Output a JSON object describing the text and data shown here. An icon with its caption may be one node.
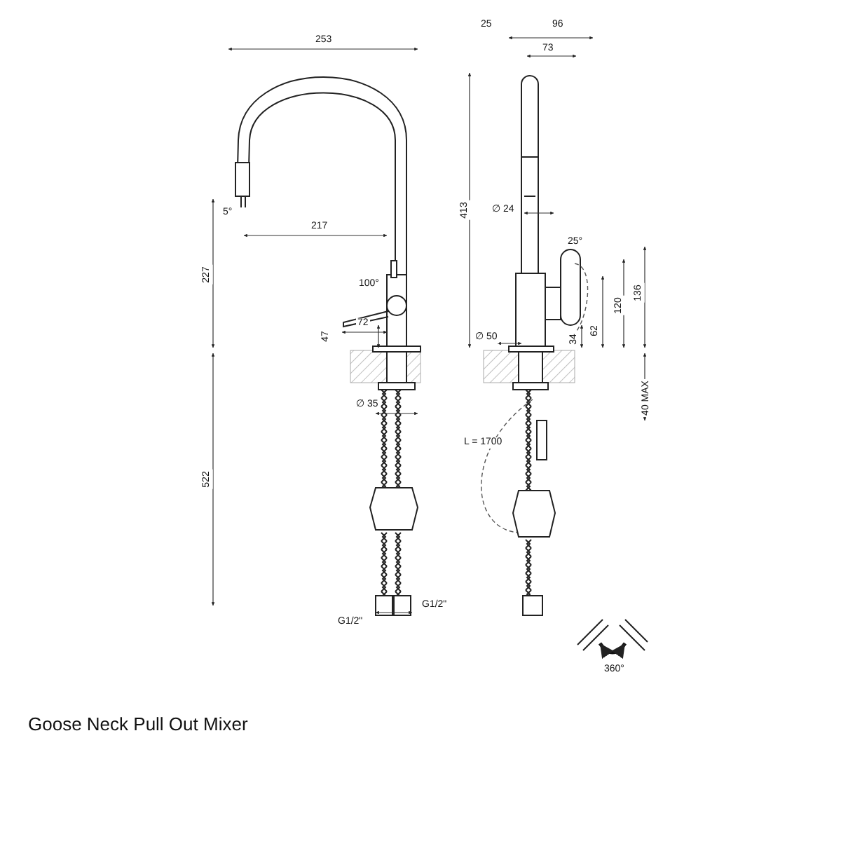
{
  "diagram": {
    "caption": "Goose Neck Pull Out Mixer",
    "labels": [
      "253",
      "25",
      "96",
      "73",
      "5°",
      "217",
      "413",
      "∅ 24",
      "25°",
      "227",
      "100°",
      "47",
      "72",
      "120",
      "136",
      "∅ 50",
      "62",
      "34",
      "40 MAX",
      "∅ 35",
      "L = 1700",
      "522",
      "G1/2\"",
      "G1/2\"",
      "360°"
    ]
  }
}
